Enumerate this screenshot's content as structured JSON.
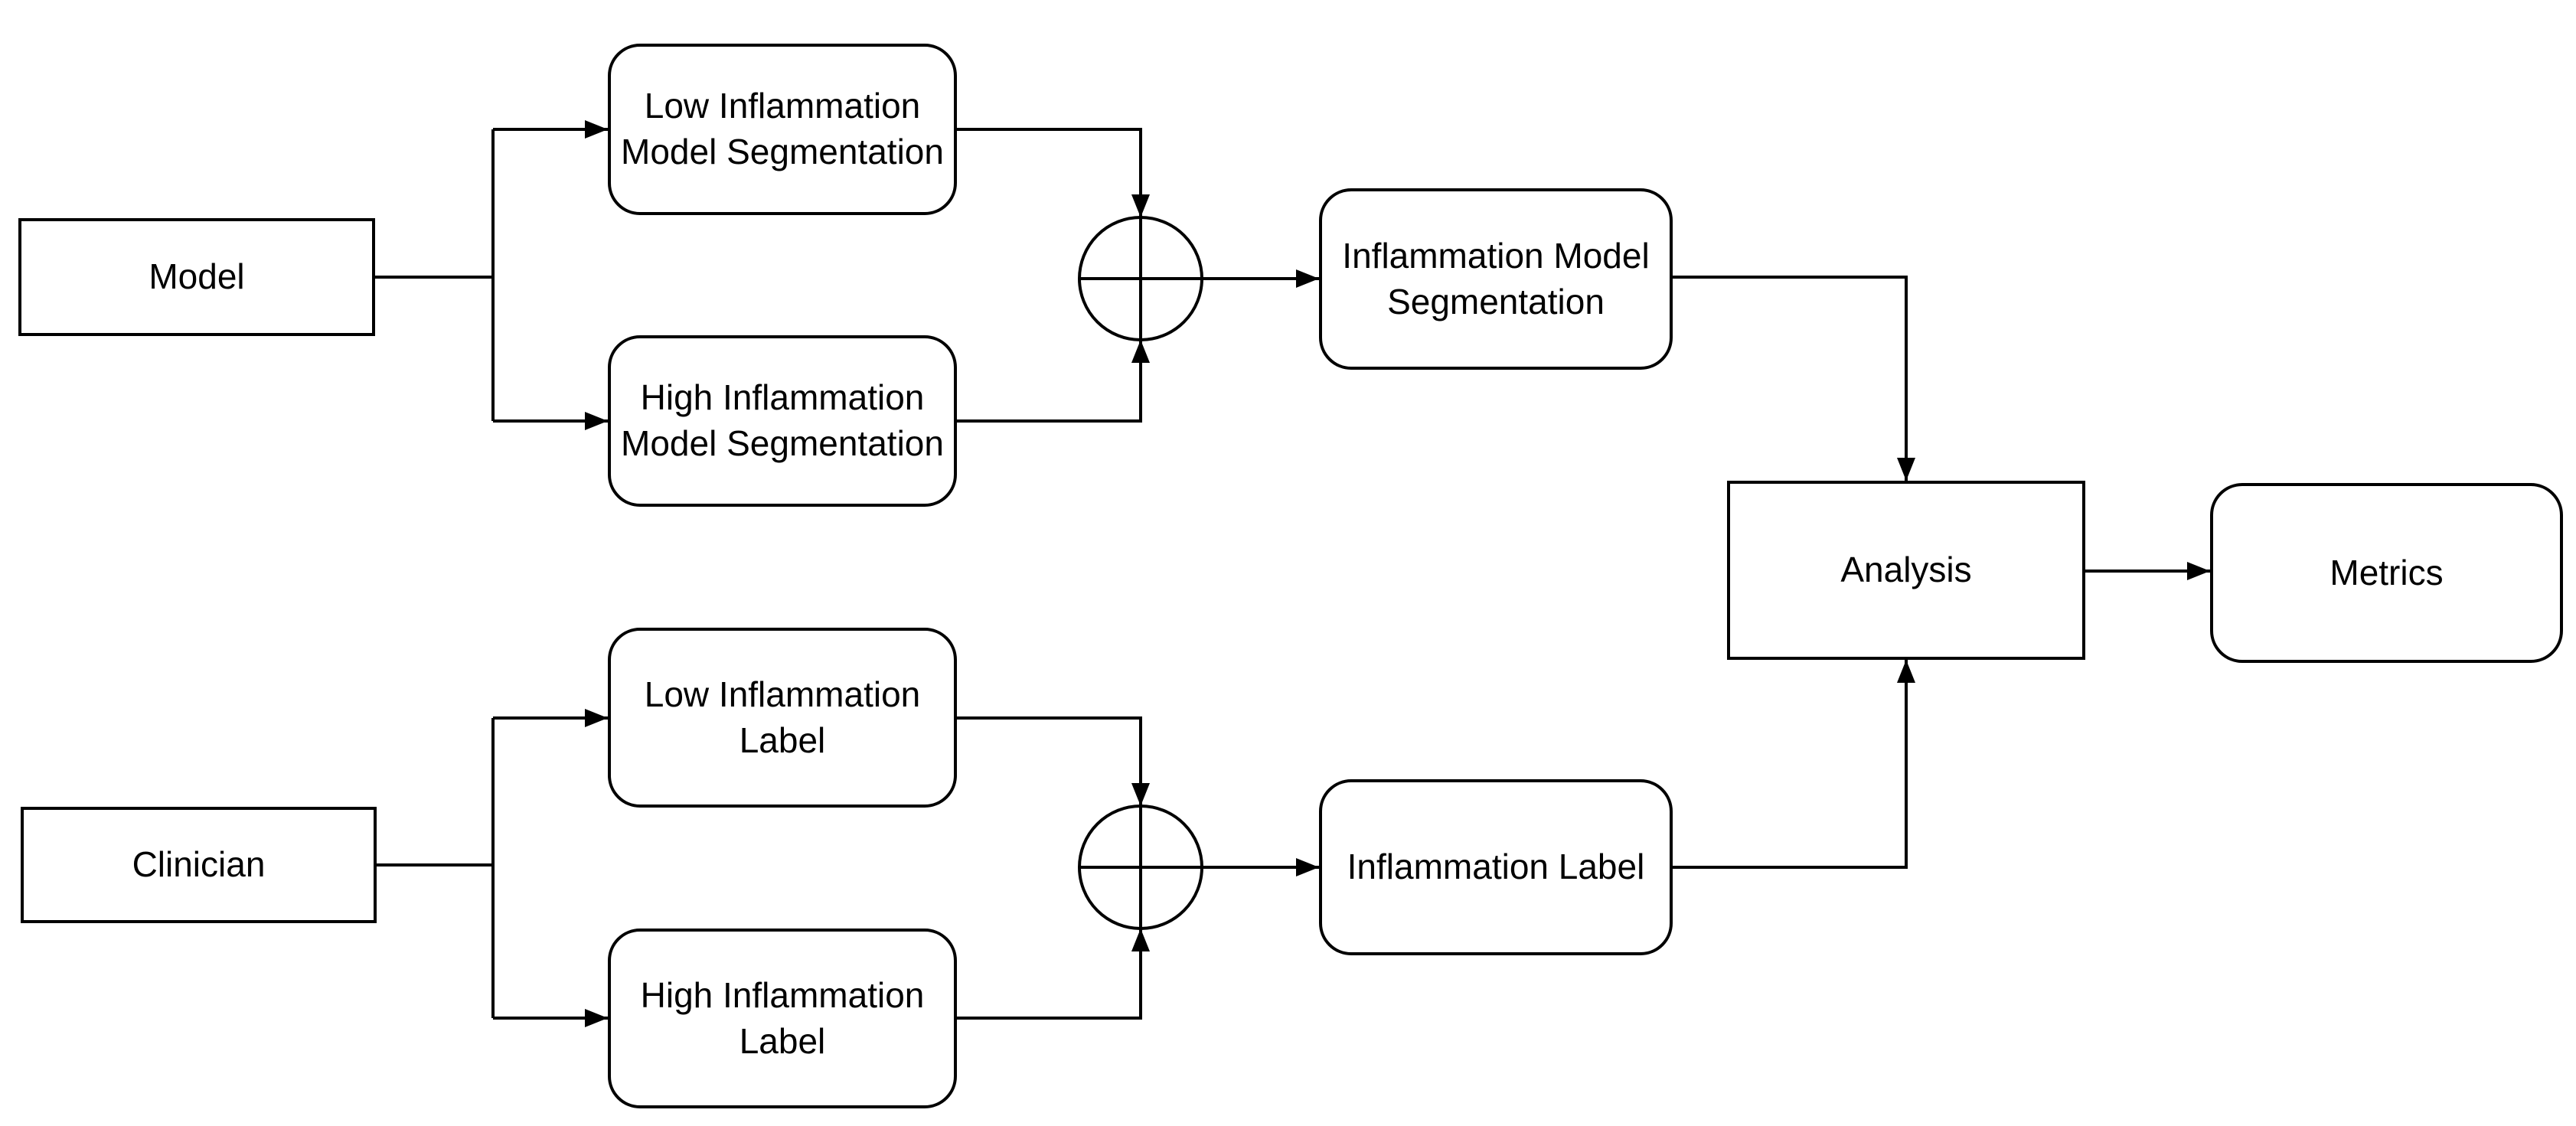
{
  "colors": {
    "background": "#ffffff",
    "node_fill": "#ffffff",
    "stroke": "#000000",
    "text": "#000000"
  },
  "nodes": {
    "model": {
      "label": "Model",
      "shape": "rectangle"
    },
    "low_inflammation_model_segmentation": {
      "label": "Low Inflammation Model Segmentation",
      "shape": "rounded-rectangle"
    },
    "high_inflammation_model_segmentation": {
      "label": "High Inflammation Model Segmentation",
      "shape": "rounded-rectangle"
    },
    "inflammation_model_segmentation": {
      "label": "Inflammation Model Segmentation",
      "shape": "rounded-rectangle"
    },
    "clinician": {
      "label": "Clinician",
      "shape": "rectangle"
    },
    "low_inflammation_label": {
      "label": "Low Inflammation Label",
      "shape": "rounded-rectangle"
    },
    "high_inflammation_label": {
      "label": "High Inflammation Label",
      "shape": "rounded-rectangle"
    },
    "inflammation_label": {
      "label": "Inflammation Label",
      "shape": "rounded-rectangle"
    },
    "analysis": {
      "label": "Analysis",
      "shape": "rectangle"
    },
    "metrics": {
      "label": "Metrics",
      "shape": "rounded-rectangle"
    }
  },
  "junctions": [
    {
      "id": "model_merge_junction",
      "symbol": "circle-plus",
      "inputs": [
        "low_inflammation_model_segmentation",
        "high_inflammation_model_segmentation"
      ],
      "output": "inflammation_model_segmentation"
    },
    {
      "id": "label_merge_junction",
      "symbol": "circle-plus",
      "inputs": [
        "low_inflammation_label",
        "high_inflammation_label"
      ],
      "output": "inflammation_label"
    }
  ],
  "edges": [
    {
      "from": "model",
      "to": "low_inflammation_model_segmentation"
    },
    {
      "from": "model",
      "to": "high_inflammation_model_segmentation"
    },
    {
      "from": "low_inflammation_model_segmentation",
      "to": "model_merge_junction"
    },
    {
      "from": "high_inflammation_model_segmentation",
      "to": "model_merge_junction"
    },
    {
      "from": "model_merge_junction",
      "to": "inflammation_model_segmentation"
    },
    {
      "from": "inflammation_model_segmentation",
      "to": "analysis"
    },
    {
      "from": "clinician",
      "to": "low_inflammation_label"
    },
    {
      "from": "clinician",
      "to": "high_inflammation_label"
    },
    {
      "from": "low_inflammation_label",
      "to": "label_merge_junction"
    },
    {
      "from": "high_inflammation_label",
      "to": "label_merge_junction"
    },
    {
      "from": "label_merge_junction",
      "to": "inflammation_label"
    },
    {
      "from": "inflammation_label",
      "to": "analysis"
    },
    {
      "from": "analysis",
      "to": "metrics"
    }
  ]
}
